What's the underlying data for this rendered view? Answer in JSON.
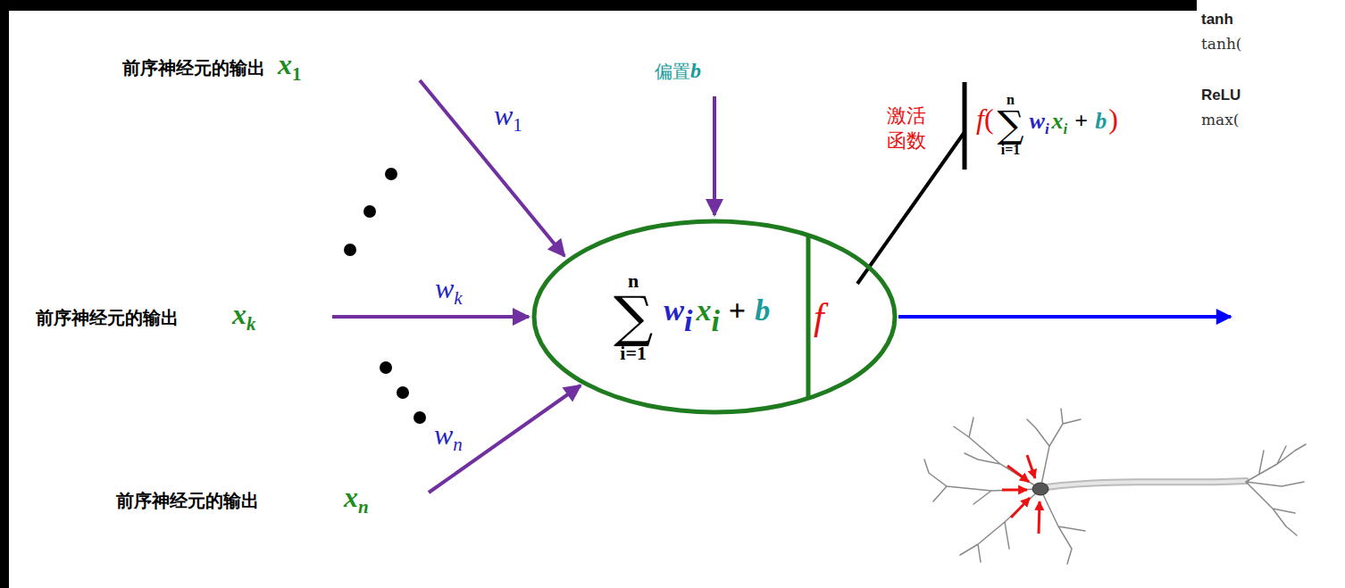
{
  "diagram": {
    "nodes": [
      {
        "text": [
          "n",
          "∑",
          "i=1",
          "w",
          "i",
          "x",
          "i",
          "+",
          "b",
          "f"
        ]
      }
    ],
    "labels": [
      "前序神经元的输出",
      "x",
      "1",
      "w",
      "1",
      "前序神经元的输出",
      "x",
      "k",
      "w",
      "k",
      "前序神经元的输出",
      "x",
      "n",
      "w",
      "n",
      "偏置",
      "b",
      "激活 函数",
      "f",
      "(",
      "n",
      "∑",
      "i=1",
      "w",
      "i",
      "x",
      "i",
      "+",
      "b",
      ")",
      "tanh",
      "tanh(",
      "ReLU",
      "max("
    ]
  }
}
